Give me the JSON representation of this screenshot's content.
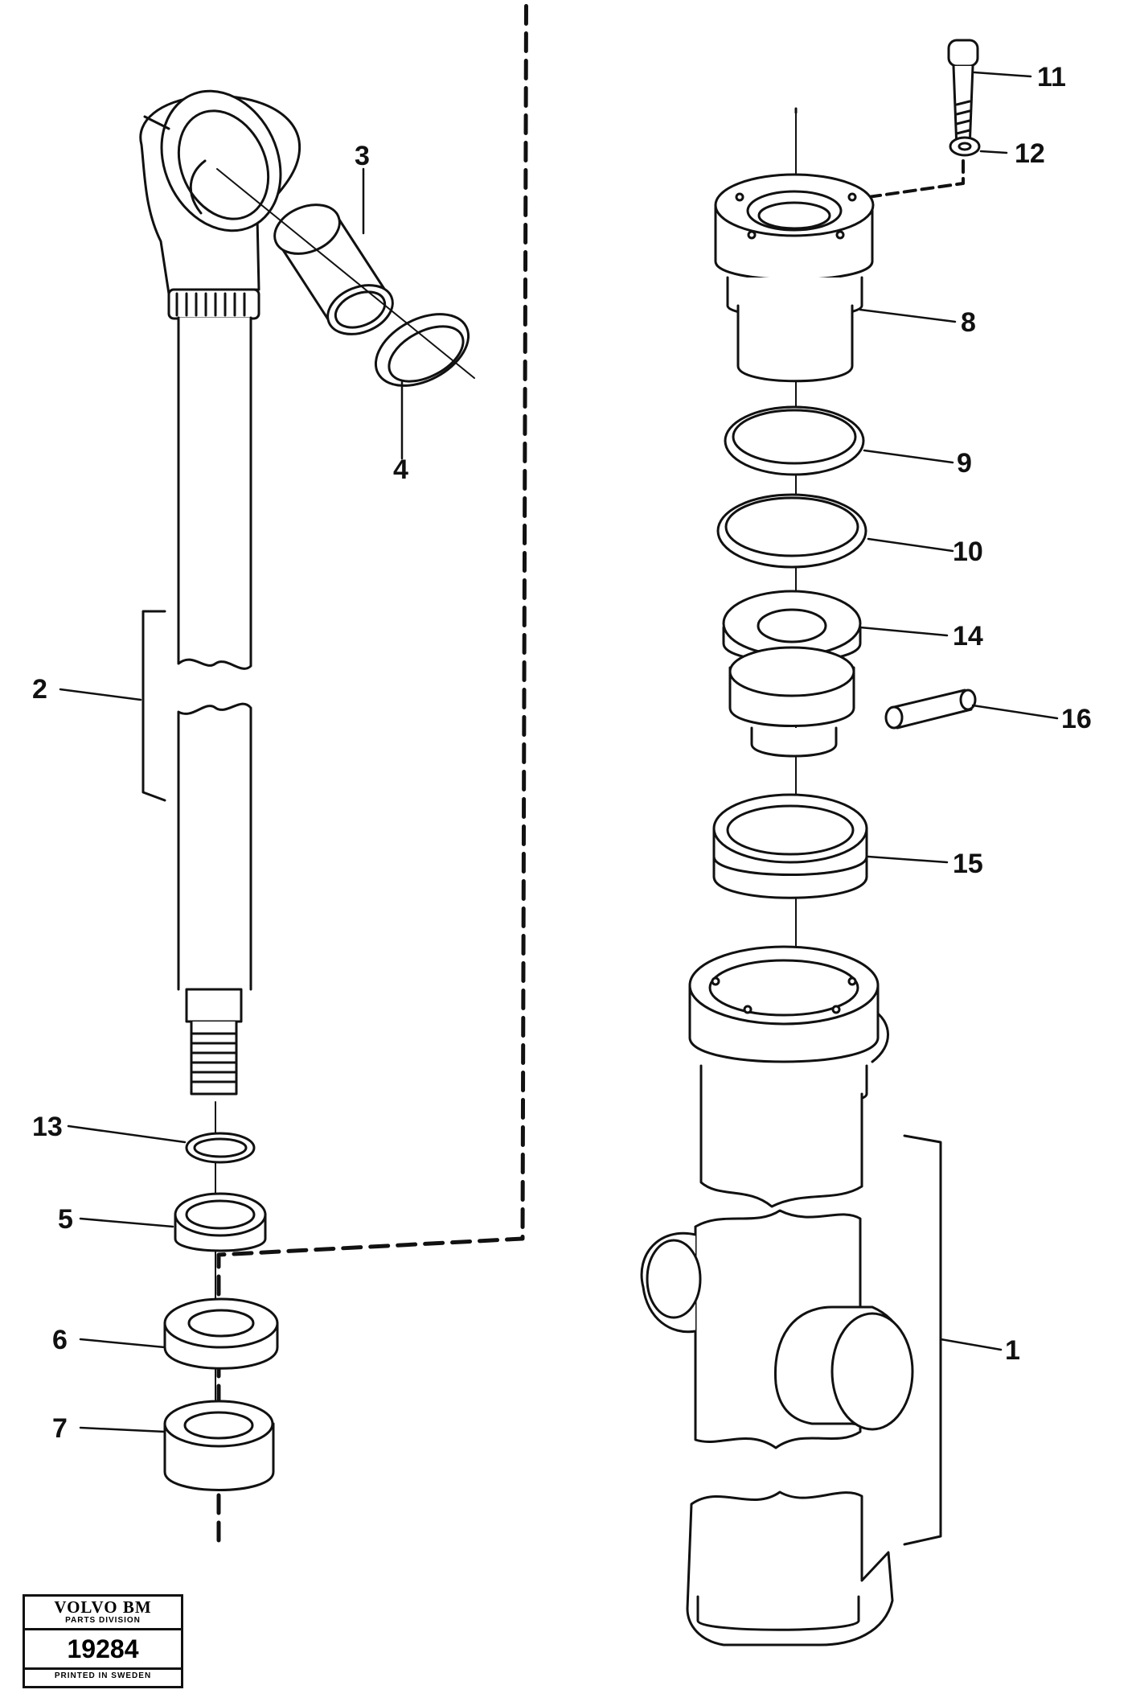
{
  "callouts": {
    "c1": "1",
    "c2": "2",
    "c3": "3",
    "c4": "4",
    "c5": "5",
    "c6": "6",
    "c7": "7",
    "c8": "8",
    "c9": "9",
    "c10": "10",
    "c11": "11",
    "c12": "12",
    "c13": "13",
    "c14": "14",
    "c15": "15",
    "c16": "16"
  },
  "stamp": {
    "brand": "VOLVO BM",
    "division": "PARTS DIVISION",
    "number": "19284",
    "printed": "PRINTED IN SWEDEN"
  }
}
